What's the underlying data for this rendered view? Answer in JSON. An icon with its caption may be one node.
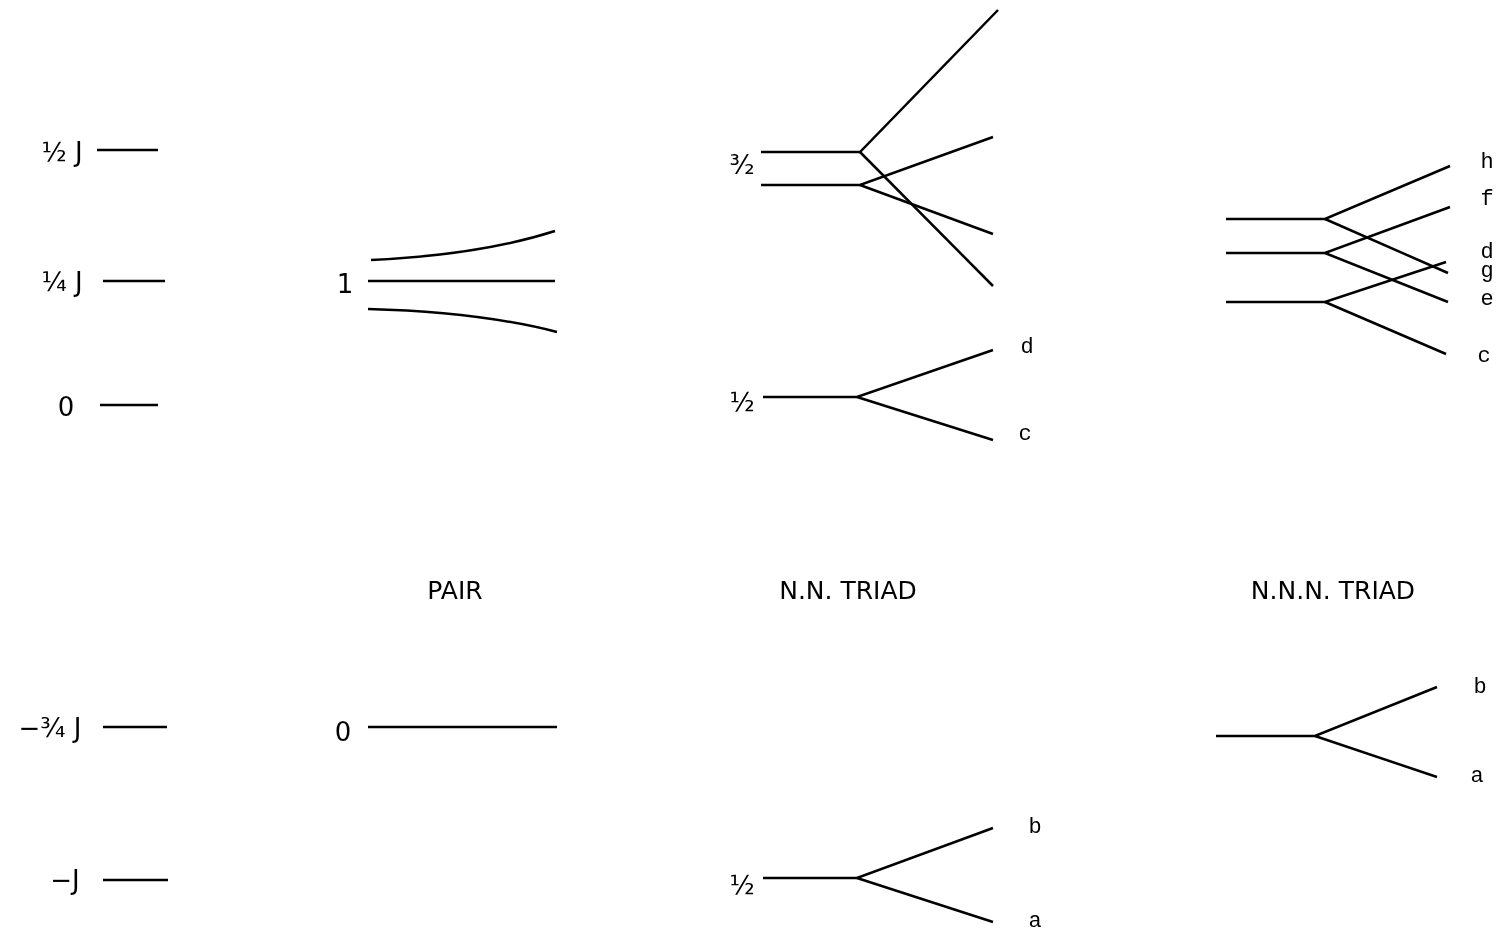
{
  "diagram": {
    "labels": [
      "½ J",
      "³⁄₂",
      "h",
      "f",
      "d",
      "g",
      "e",
      "¼ J",
      "1",
      "c",
      "d",
      "0",
      "½",
      "c",
      "PAIR",
      "N.N. TRIAD",
      "N.N.N. TRIAD",
      "b",
      "−¾ J",
      "0",
      "a",
      "b",
      "−J",
      "½",
      "a"
    ]
  }
}
